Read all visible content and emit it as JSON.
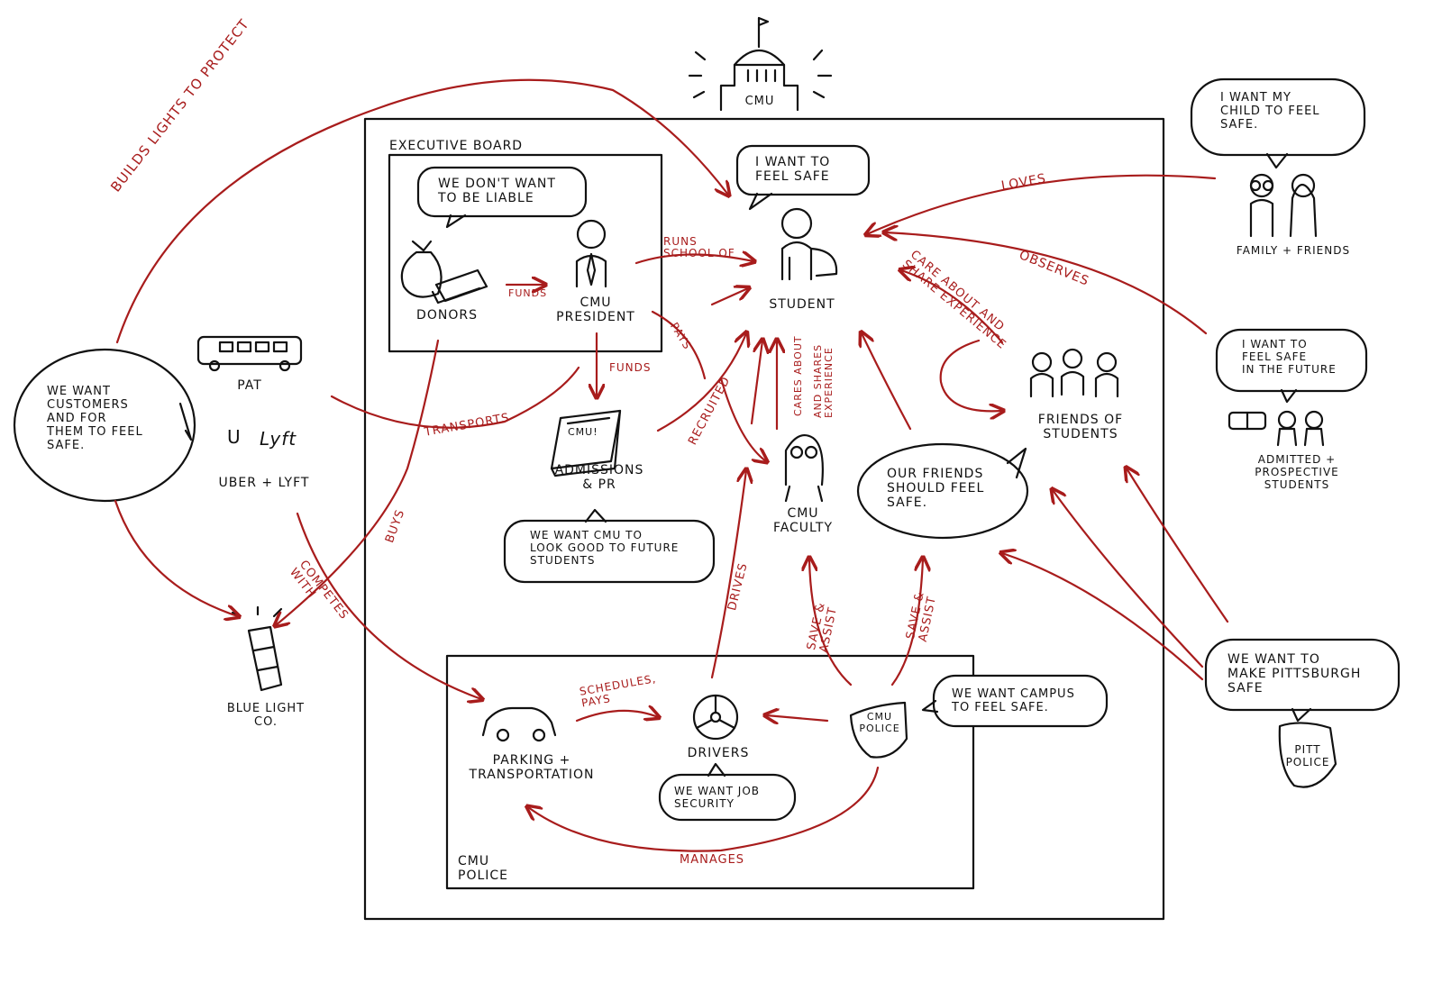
{
  "colors": {
    "ink": "#111111",
    "relation": "#a81c1c",
    "background": "#ffffff"
  },
  "nodes": {
    "cmu_building": "CMU",
    "executive_board": "EXECUTIVE BOARD",
    "donors": "DONORS",
    "president": "CMU\nPRESIDENT",
    "student": "STUDENT",
    "admissions": "ADMISSIONS\n& PR",
    "admissions_book_text": "CMU!",
    "faculty": "CMU\nFACULTY",
    "friends": "FRIENDS OF\nSTUDENTS",
    "family": "FAMILY + FRIENDS",
    "prospective": "ADMITTED +\nPROSPECTIVE\nSTUDENTS",
    "pitt_police": "PITT\nPOLICE",
    "pat": "PAT",
    "uber_logo": "U",
    "lyft_logo": "Lyft",
    "uber_lyft": "UBER + LYFT",
    "blue_light": "BLUE LIGHT\nCO.",
    "police_group": "CMU\nPOLICE",
    "parking": "PARKING +\nTRANSPORTATION",
    "drivers": "DRIVERS",
    "cmu_police": "CMU\nPOLICE"
  },
  "bubbles": {
    "student": "I WANT TO\nFEEL SAFE",
    "board": "WE DON'T WANT\nTO BE LIABLE",
    "admissions": "WE WANT CMU TO\nLOOK GOOD TO FUTURE\nSTUDENTS",
    "faculty": "OUR FRIENDS\nSHOULD FEEL\nSAFE.",
    "customers": "WE WANT\nCUSTOMERS\nAND FOR\nTHEM TO FEEL\nSAFE.",
    "family": "I WANT MY\nCHILD TO FEEL\nSAFE.",
    "prospective": "I WANT TO\nFEEL SAFE\nIN THE FUTURE",
    "pitt": "WE WANT TO\nMAKE PITTSBURGH\nSAFE",
    "police": "WE WANT CAMPUS\nTO FEEL SAFE.",
    "drivers": "WE WANT JOB\nSECURITY"
  },
  "relations": {
    "builds_lights": "BUILDS LIGHTS TO PROTECT",
    "funds_donors": "FUNDS",
    "runs": "RUNS\nSCHOOL OF",
    "pays": "PAYS",
    "funds_president": "FUNDS",
    "transports": "TRANSPORTS",
    "recruited": "RECRUITED",
    "cares": "CARES ABOUT",
    "shares": "AND SHARES\nEXPERIENCE",
    "care_share": "CARE ABOUT AND\nSHARE EXPERIENCE",
    "loves": "LOVES",
    "observes": "OBSERVES",
    "buys": "BUYS",
    "competes": "COMPETES\nWITH",
    "drives": "DRIVES",
    "save1": "SAVE &\nASSIST",
    "save2": "SAVE &\nASSIST",
    "schedules": "SCHEDULES,\nPAYS",
    "manages": "MANAGES"
  }
}
